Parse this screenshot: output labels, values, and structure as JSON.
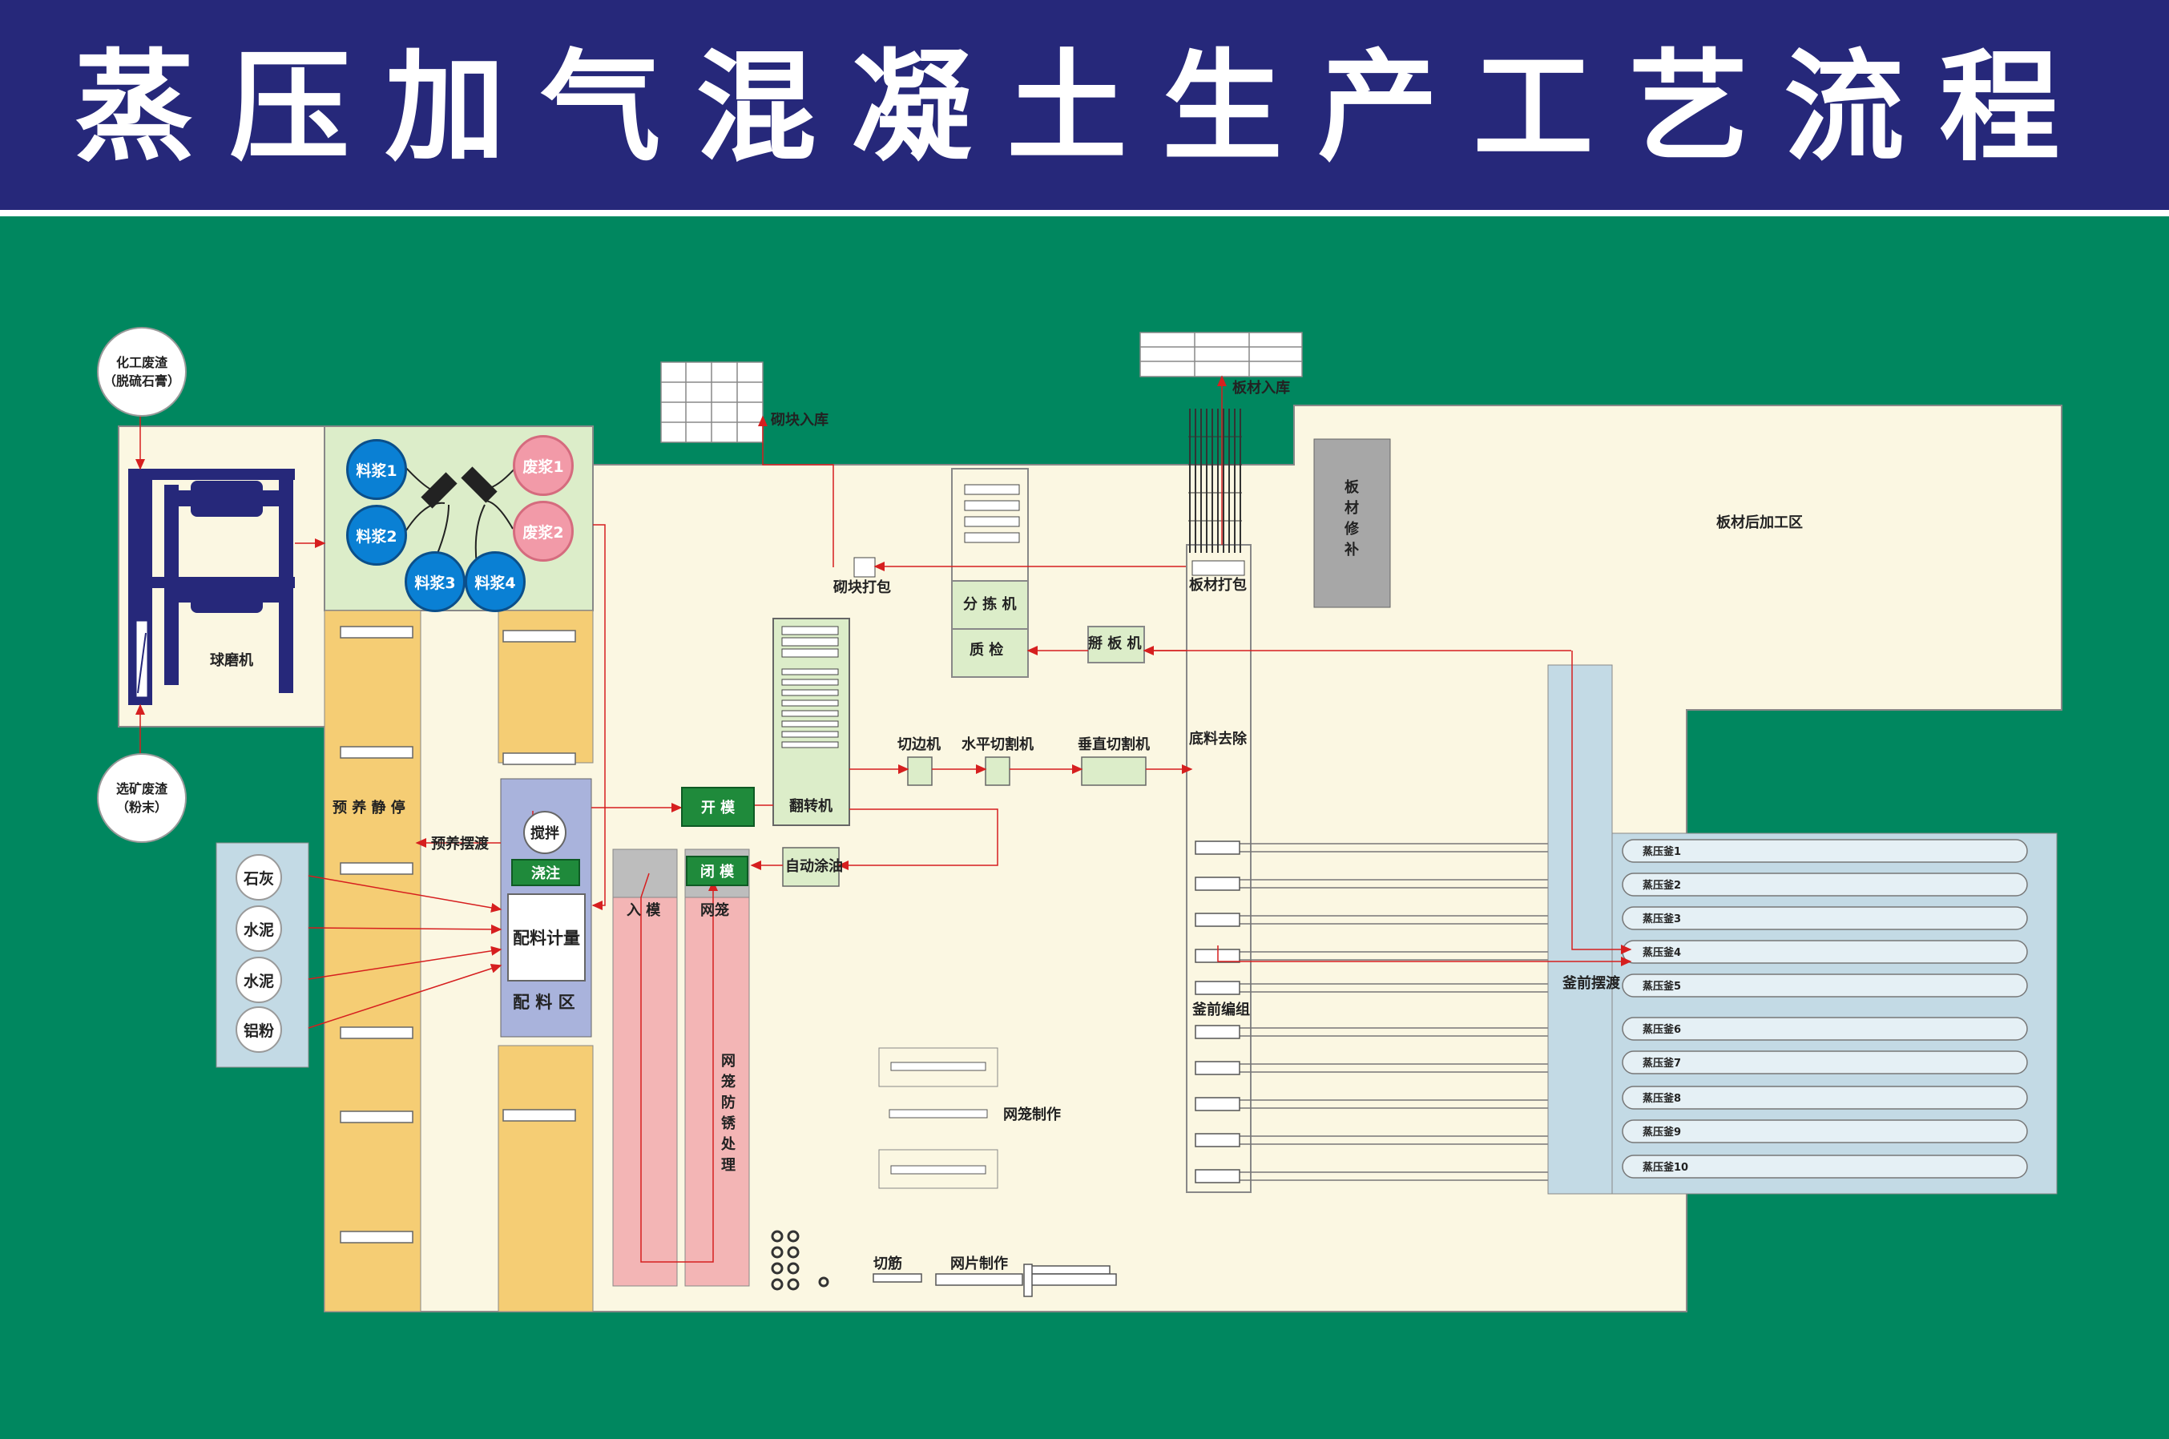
{
  "title": "蒸压加气混凝土生产工艺流程",
  "inputs": {
    "chem_waste_line1": "化工废渣",
    "chem_waste_line2": "（脱硫石膏）",
    "mine_waste_line1": "选矿废渣",
    "mine_waste_line2": "（粉末）"
  },
  "raw_materials": [
    "石灰",
    "水泥",
    "水泥",
    "铝粉"
  ],
  "slurry_tanks": [
    "料浆1",
    "料浆2",
    "料浆3",
    "料浆4"
  ],
  "waste_tanks": [
    "废浆1",
    "废浆2"
  ],
  "labels": {
    "ball_mill": "球磨机",
    "curing_rest": "预 养 静 停",
    "curing_ferry": "预养摆渡",
    "mixing": "搅拌",
    "pouring": "浇注",
    "batching_metering": "配料计量",
    "batching_area": "配 料 区",
    "mold_open": "开 模",
    "mold_close": "闭 模",
    "mold_in": "入 模",
    "cage": "网笼",
    "cage_antirust": "网笼防锈处理",
    "auto_oiling": "自动涂油",
    "tilter": "翻转机",
    "edge_cutter": "切边机",
    "horizontal_cutter": "水平切割机",
    "vertical_cutter": "垂直切割机",
    "bottom_removal": "底料去除",
    "sorting_machine": "分 拣 机",
    "quality_check": "质 检",
    "splitter": "掰 板 机",
    "block_packing": "砌块打包",
    "block_storage": "砌块入库",
    "panel_packing": "板材打包",
    "panel_storage": "板材入库",
    "panel_repair": "板材修补",
    "panel_post_area": "板材后加工区",
    "pre_kettle_group": "釜前编组",
    "pre_kettle_ferry": "釜前摆渡",
    "cage_making": "网笼制作",
    "rebar_cutting": "切筋",
    "mesh_making": "网片制作"
  },
  "autoclaves": [
    "蒸压釜1",
    "蒸压釜2",
    "蒸压釜3",
    "蒸压釜4",
    "蒸压釜5",
    "蒸压釜6",
    "蒸压釜7",
    "蒸压釜8",
    "蒸压釜9",
    "蒸压釜10"
  ],
  "colors": {
    "header": "#26287a",
    "background": "#00875f",
    "floor": "#fbf7e2",
    "curing": "#f5cd74",
    "slurry": "#dcedc9",
    "batching": "#a9b3dc",
    "mold": "#f3b5b5",
    "autoclave_zone": "#c3dae5",
    "flow_line": "#d61f1f"
  }
}
